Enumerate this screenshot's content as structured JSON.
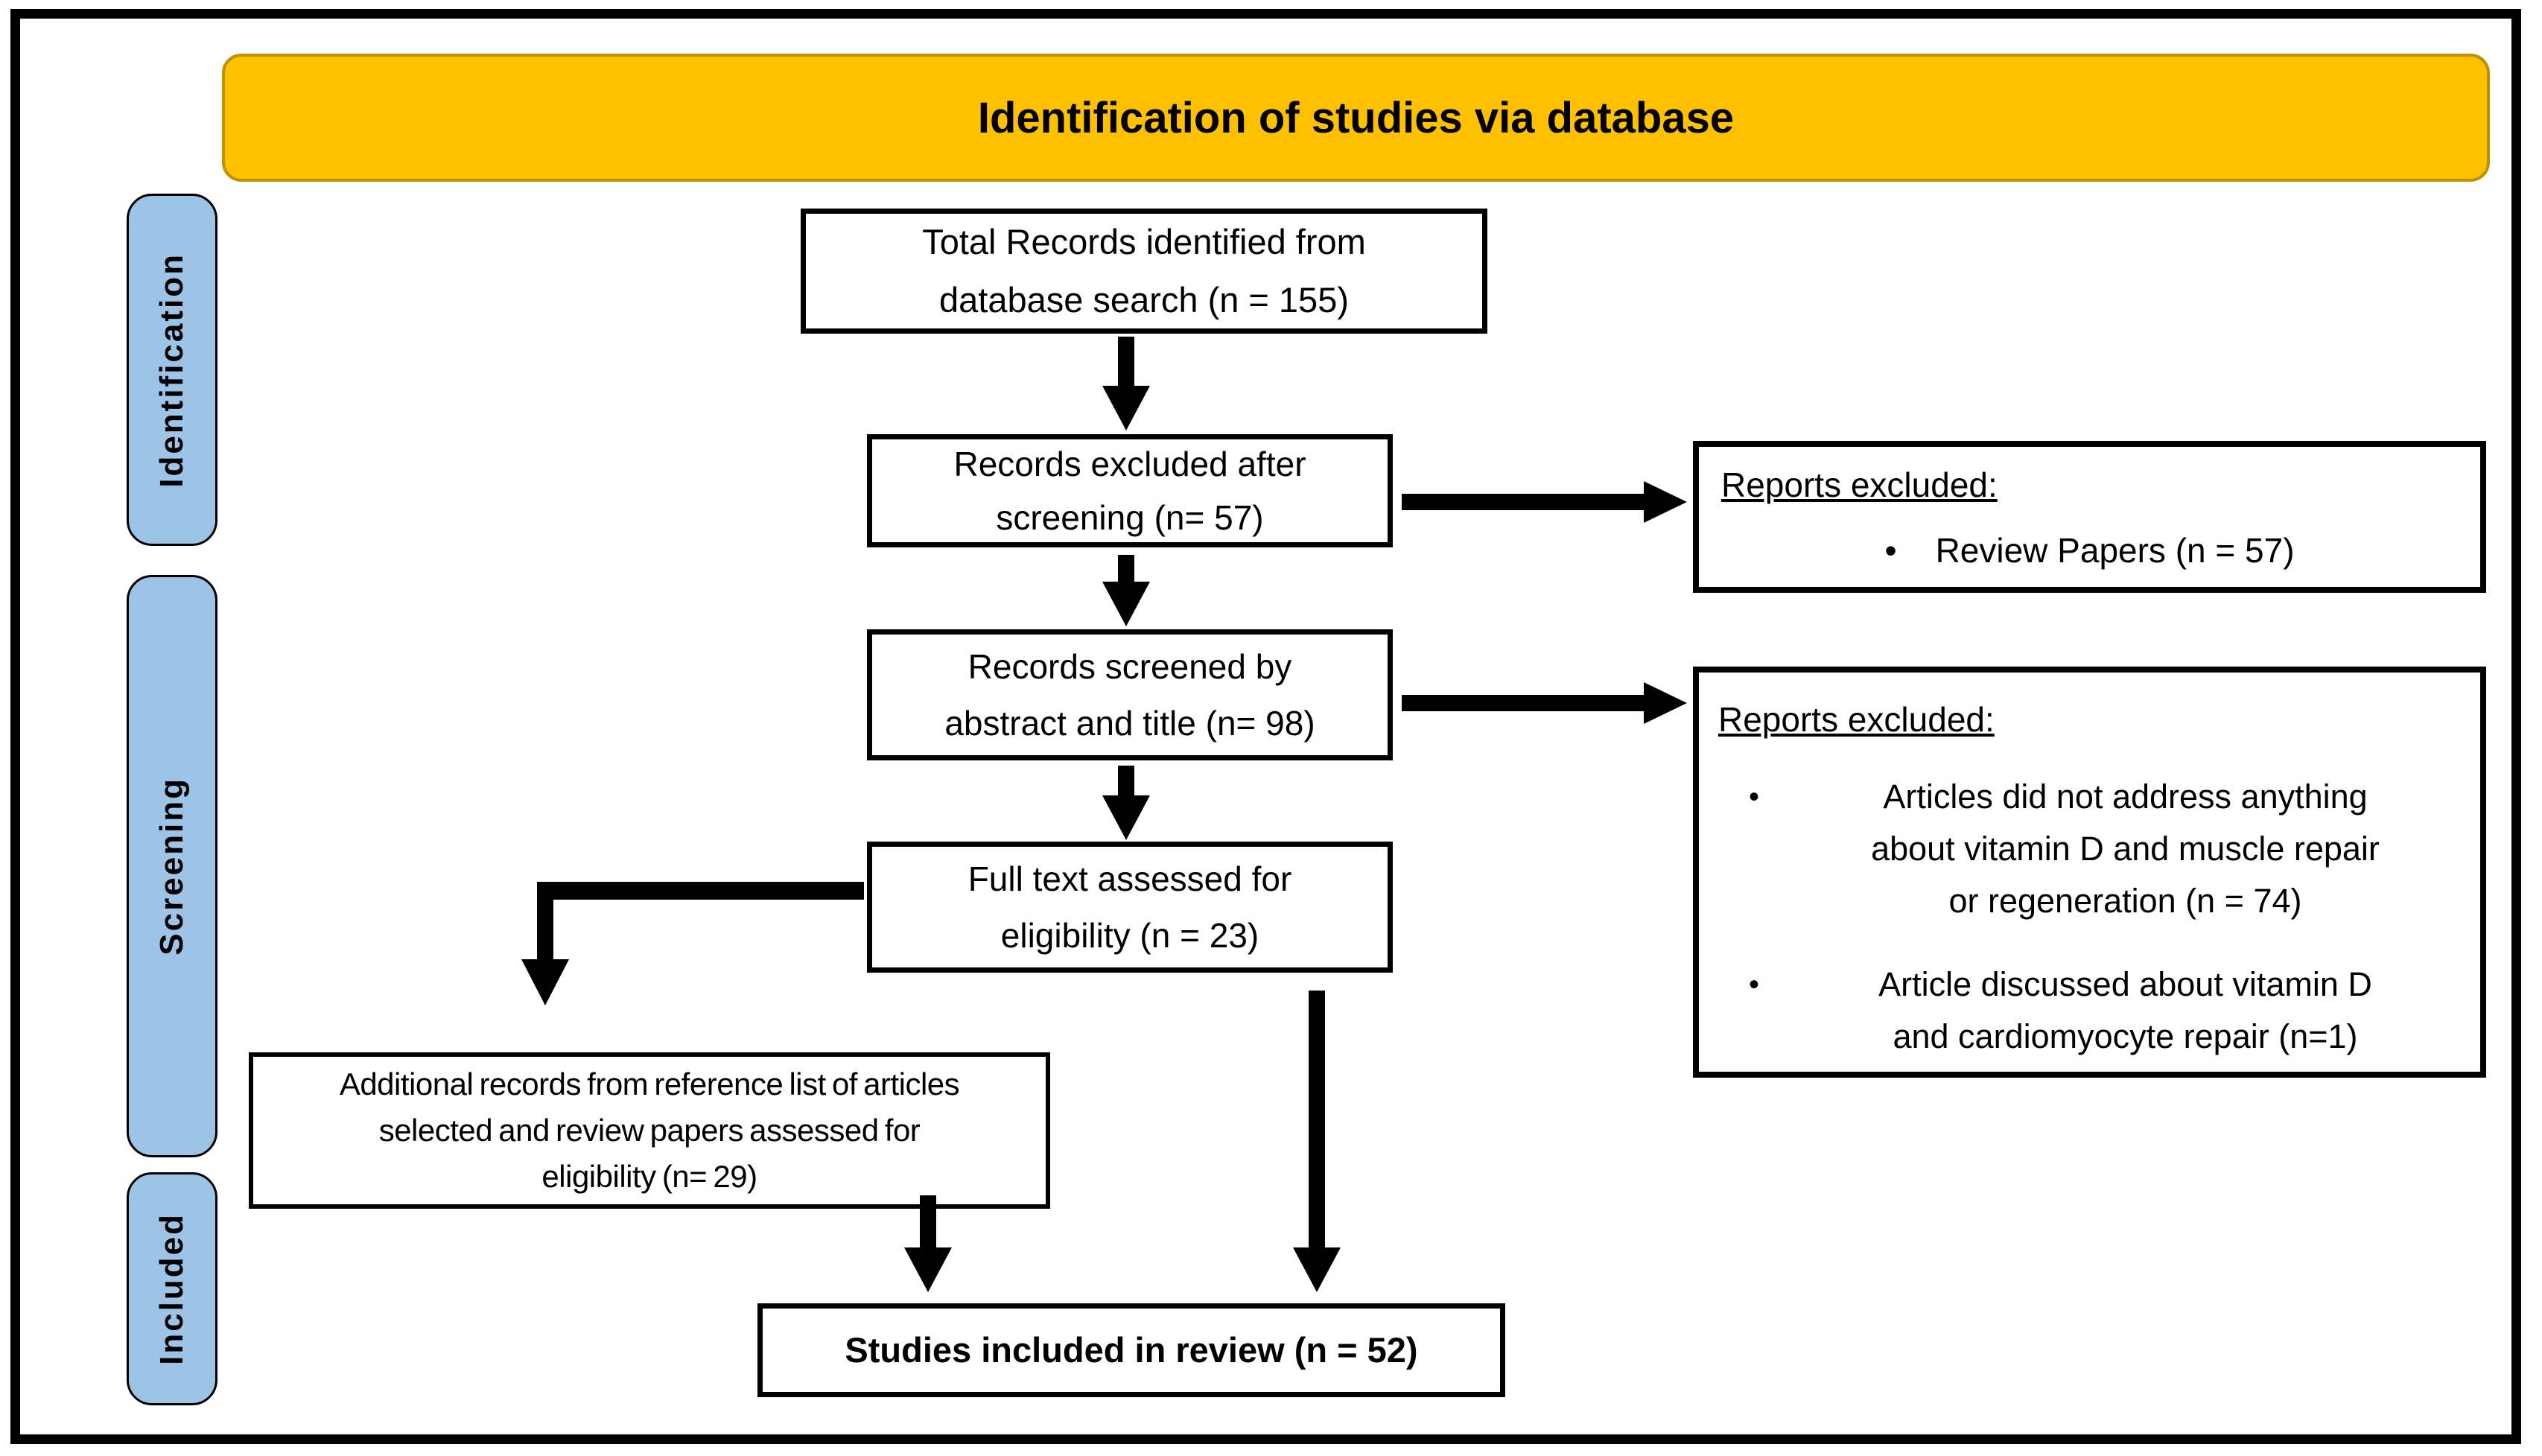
{
  "header": {
    "title": "Identification of studies via database"
  },
  "stages": [
    {
      "label": "Identification"
    },
    {
      "label": "Screening"
    },
    {
      "label": "Included"
    }
  ],
  "boxes": {
    "total_records": {
      "lines": [
        "Total Records identified from",
        "database search (n = 155)"
      ]
    },
    "records_excluded": {
      "lines": [
        "Records excluded after",
        "screening (n= 57)"
      ]
    },
    "records_screened": {
      "lines": [
        "Records screened by",
        "abstract and title (n= 98)"
      ]
    },
    "full_text": {
      "lines": [
        "Full text assessed for",
        "eligibility (n = 23)"
      ]
    },
    "additional_records": {
      "lines": [
        "Additional records from reference list of articles",
        "selected and review papers assessed for",
        "eligibility (n= 29)"
      ]
    },
    "studies_included": {
      "text": "Studies included in review (n = 52)"
    },
    "reports_excluded_top": {
      "heading": "Reports excluded:",
      "bullet_char": "•",
      "items": [
        {
          "lines": [
            "Review Papers (n = 57)"
          ]
        }
      ]
    },
    "reports_excluded_bottom": {
      "heading": "Reports excluded:",
      "bullet_char": "•",
      "items": [
        {
          "lines": [
            "Articles did not address anything",
            "about vitamin D and muscle repair",
            "or regeneration (n = 74)"
          ]
        },
        {
          "lines": [
            "Article discussed about vitamin D",
            "and cardiomyocyte repair (n=1)"
          ]
        }
      ]
    }
  },
  "colors": {
    "header_bg": "#FFC000",
    "header_border": "#BF9000",
    "stage_bg": "#9DC3E6",
    "box_bg": "#FFFFFF",
    "line": "#000000"
  }
}
